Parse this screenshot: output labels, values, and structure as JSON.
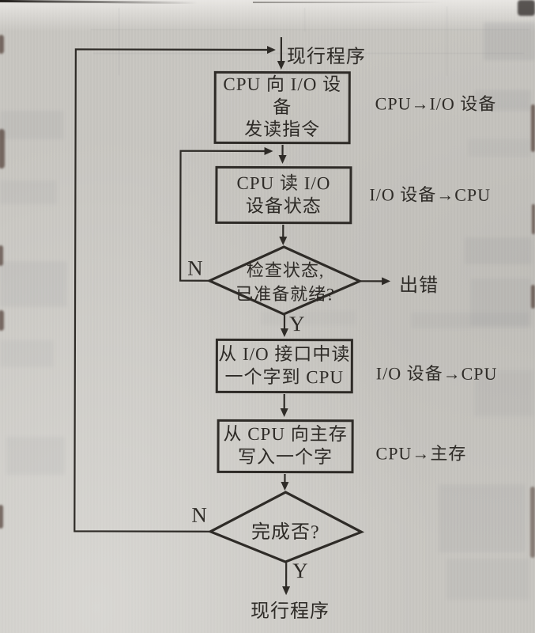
{
  "page": {
    "kind": "scanned textbook flowchart (programmed I/O query flow)"
  },
  "flowchart": {
    "entry_label": "现行程序",
    "exit_label": "现行程序",
    "boxes": [
      {
        "line1": "CPU 向 I/O 设备",
        "line2": "发读指令",
        "side_label": "CPU→I/O 设备"
      },
      {
        "line1": "CPU 读  I/O",
        "line2": "设备状态",
        "side_label": "I/O 设备→CPU"
      },
      {
        "line1": "从 I/O 接口中读",
        "line2": "一个字到 CPU",
        "side_label": "I/O 设备→CPU"
      },
      {
        "line1": "从 CPU 向主存",
        "line2": "写入一个字",
        "side_label": "CPU→主存"
      }
    ],
    "decisions": [
      {
        "line1": "检查状态,",
        "line2": "已准备就绪?",
        "no_label": "N",
        "yes_label": "Y",
        "error_label": "出错"
      },
      {
        "line1": "完成否?",
        "no_label": "N",
        "yes_label": "Y"
      }
    ],
    "colors": {
      "ink": "#2e2b27",
      "paper": "#c8c6c1"
    }
  }
}
